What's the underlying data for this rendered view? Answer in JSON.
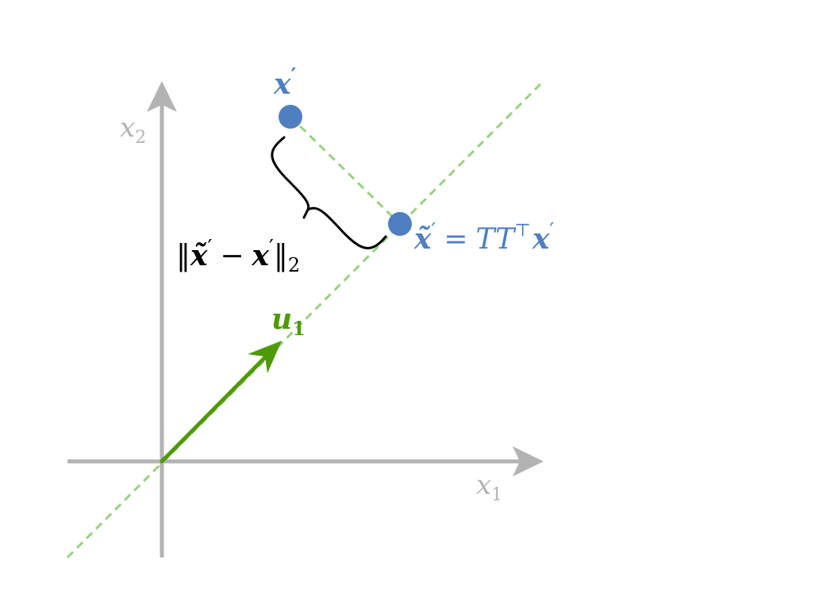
{
  "colors": {
    "axis": "#b3b3b3",
    "projection_line": "#9bd17e",
    "vector": "#4e9a06",
    "point": "#4f7fc0",
    "brace": "#000000",
    "point_label": "#4f7fc0"
  },
  "axes": {
    "x_label": {
      "base": "x",
      "sub": "1"
    },
    "y_label": {
      "base": "x",
      "sub": "2"
    }
  },
  "vector": {
    "base": "u",
    "sub": "1"
  },
  "point_original": {
    "base": "x",
    "prime": "′"
  },
  "point_projected": {
    "lhs_base": "x̃",
    "lhs_prime": "′",
    "equals": "=",
    "T1": "T",
    "T2": "T",
    "transpose": "⊤",
    "rhs_base": "x",
    "rhs_prime": "′"
  },
  "distance": {
    "open": "‖",
    "a_base": "x̃",
    "a_prime": "′",
    "minus": "−",
    "b_base": "x",
    "b_prime": "′",
    "close": "‖",
    "sub": "2"
  },
  "icons": {
    "brace": "curly-brace-icon",
    "arrowhead": "arrowhead-icon"
  }
}
